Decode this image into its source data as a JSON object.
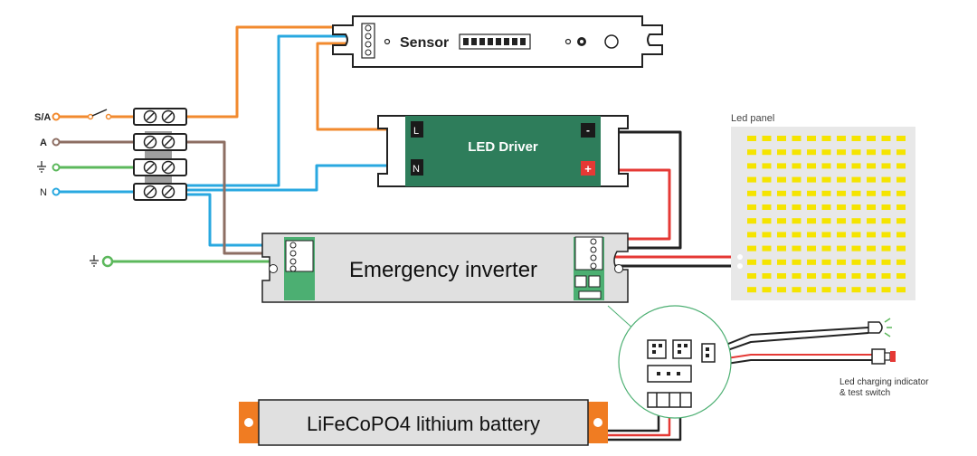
{
  "terminals": {
    "sa": "S/A",
    "a": "A",
    "n": "N"
  },
  "sensor": {
    "label": "Sensor"
  },
  "led_driver": {
    "label": "LED Driver",
    "terminal_l": "L",
    "terminal_n": "N",
    "negative": "-",
    "positive": "+"
  },
  "inverter": {
    "label": "Emergency inverter"
  },
  "battery": {
    "label": "LiFeCoPO4 lithium battery"
  },
  "led_panel": {
    "label": "Led panel"
  },
  "indicator": {
    "line1": "Led charging indicator",
    "line2": "& test switch"
  },
  "colors": {
    "live": "#f28a2e",
    "neutral": "#29a8e0",
    "earth": "#5cb85c",
    "aux": "#8d6e63",
    "positive": "#e53935",
    "negative": "#222222",
    "driver_body": "#2e7d5b",
    "inverter_body": "#e0e0e0",
    "battery_tab": "#f07c22",
    "led_cell": "#f5e400",
    "panel_bg": "#e8e8e8"
  }
}
